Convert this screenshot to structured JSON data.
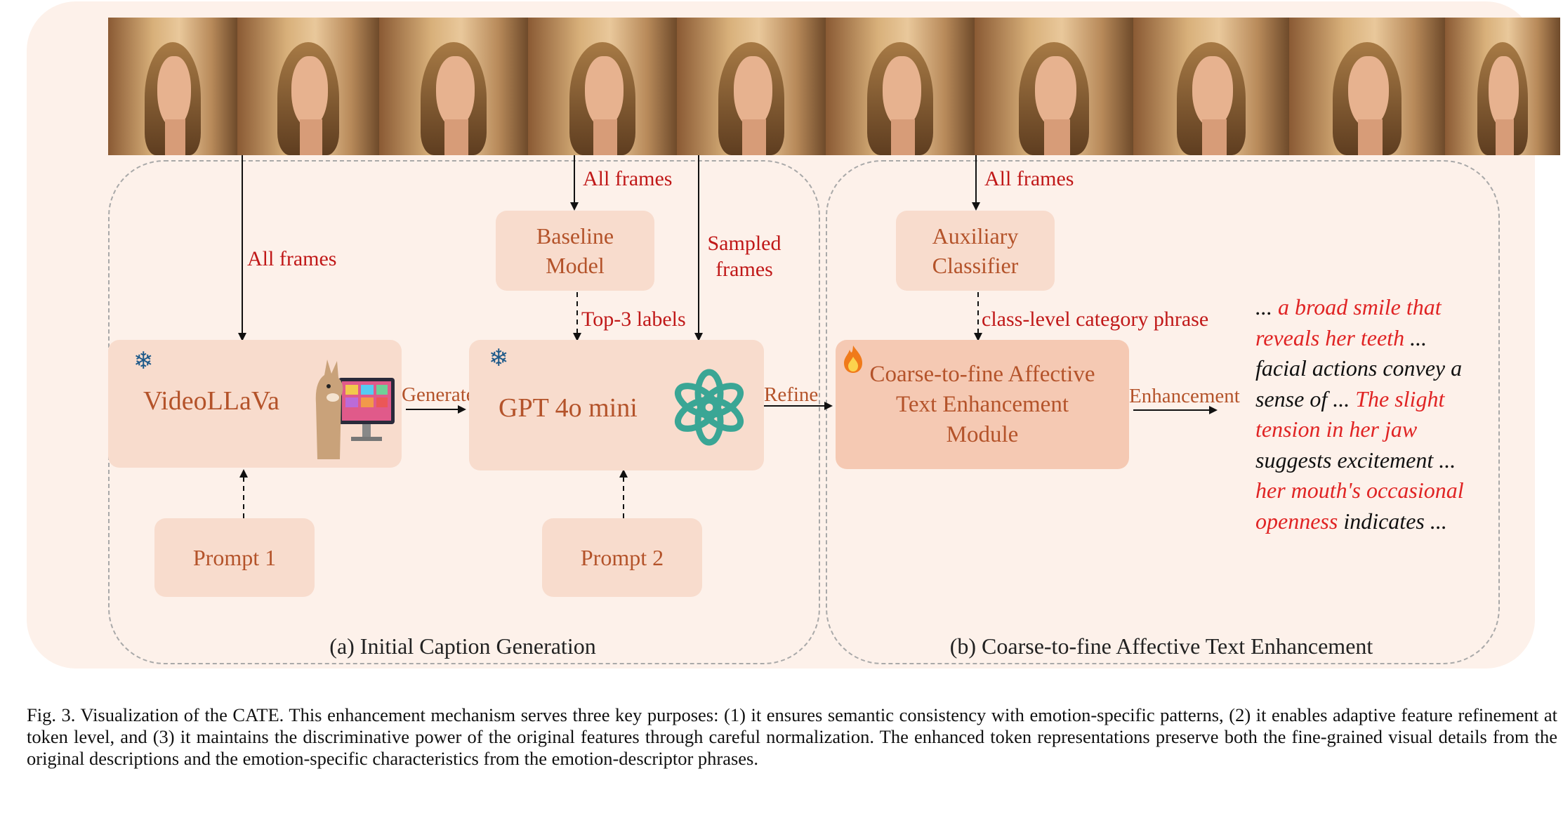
{
  "panel_a": {
    "arrow_all_frames_1": "All frames",
    "arrow_all_frames_2": "All frames",
    "arrow_sampled": "Sampled frames",
    "baseline_box": "Baseline Model",
    "top3_label": "Top-3 labels",
    "videollava_label": "VideoLLaVa",
    "generate_label": "Generate",
    "gpt_label": "GPT 4o mini",
    "refine_label": "Refine",
    "prompt1": "Prompt 1",
    "prompt2": "Prompt 2",
    "caption": "(a) Initial Caption Generation"
  },
  "panel_b": {
    "arrow_all_frames": "All frames",
    "aux_box": "Auxiliary Classifier",
    "class_phrase": "class-level category phrase",
    "module_box": "Coarse-to-fine Affective Text Enhancement Module",
    "enhancement_label": "Enhancement",
    "caption": "(b) Coarse-to-fine Affective Text Enhancement"
  },
  "output_text": {
    "l1a": "... ",
    "l1b": "a broad smile that",
    "l2a": "reveals her teeth",
    "l2b": " ...",
    "l3": "facial actions convey a",
    "l4a": "sense of ... ",
    "l4b": "The slight",
    "l5": "tension in her jaw",
    "l6": "suggests excitement ...",
    "l7": "her mouth's occasional",
    "l8a": "openness",
    "l8b": " indicates ..."
  },
  "figure_caption": "Fig. 3.  Visualization of the CATE. This enhancement mechanism serves three key purposes: (1) it ensures semantic consistency with emotion-specific patterns, (2) it enables adaptive feature refinement at token level, and (3) it maintains the discriminative power of the original features through careful normalization. The enhanced token representations preserve both the fine-grained visual details from the original descriptions and the emotion-specific characteristics from the emotion-descriptor phrases.",
  "colors": {
    "panel_bg": "#fdf1ea",
    "box_fill": "#f8dccd",
    "box_text": "#b4532a",
    "arrow_label": "#c01818",
    "highlight": "#e02424",
    "openai_icon": "#3aa695"
  }
}
